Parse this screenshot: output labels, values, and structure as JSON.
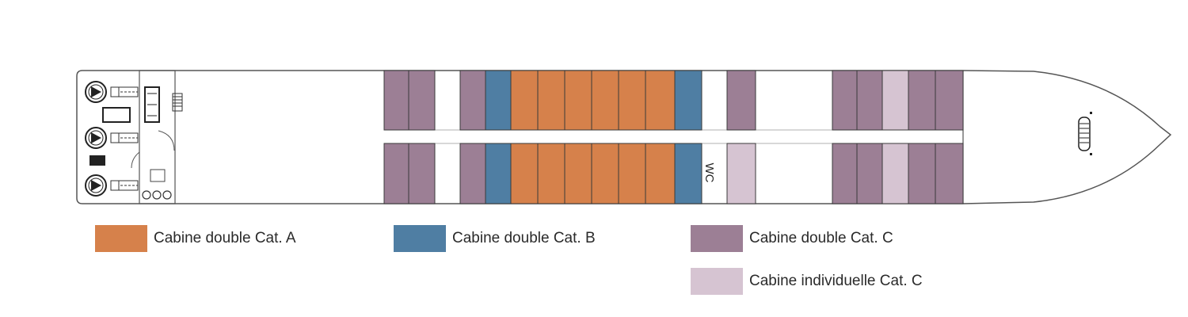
{
  "colors": {
    "cat_a": "#D6814B",
    "cat_b": "#4F7EA3",
    "cat_c": "#9C7F95",
    "cat_c_single": "#D6C4D2",
    "outline": "#555555"
  },
  "deck": {
    "wc_label": "WC",
    "cabins": {
      "top": [
        "C",
        "C",
        "C",
        "B",
        "A",
        "A",
        "A",
        "A",
        "A",
        "A",
        "B",
        "C",
        "C",
        "C",
        "S",
        "C",
        "C"
      ],
      "bottom": [
        "C",
        "C",
        "C",
        "B",
        "A",
        "A",
        "A",
        "A",
        "A",
        "A",
        "B",
        "S",
        "C",
        "C",
        "S",
        "C",
        "C"
      ]
    },
    "icons": [
      "propeller-icon",
      "propeller-icon",
      "propeller-icon",
      "engine-icon",
      "staircase-icon",
      "bow-anchor-icon"
    ]
  },
  "legend": {
    "cat_a": "Cabine double Cat. A",
    "cat_b": "Cabine double Cat. B",
    "cat_c": "Cabine double Cat. C",
    "cat_c_single": "Cabine individuelle Cat. C"
  }
}
